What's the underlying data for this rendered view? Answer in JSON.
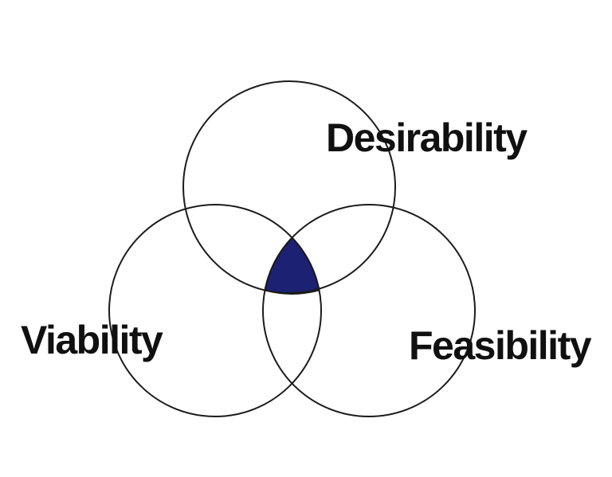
{
  "diagram": {
    "type": "venn-3-circle",
    "labels": {
      "top": "Desirability",
      "bottom_left": "Viability",
      "bottom_right": "Feasibility"
    },
    "highlighted_region": "triple-intersection",
    "colors": {
      "background": "#ffffff",
      "circle_stroke": "#1b1b1b",
      "intersection_fill": "#1d2173",
      "label_text": "#101010"
    }
  }
}
